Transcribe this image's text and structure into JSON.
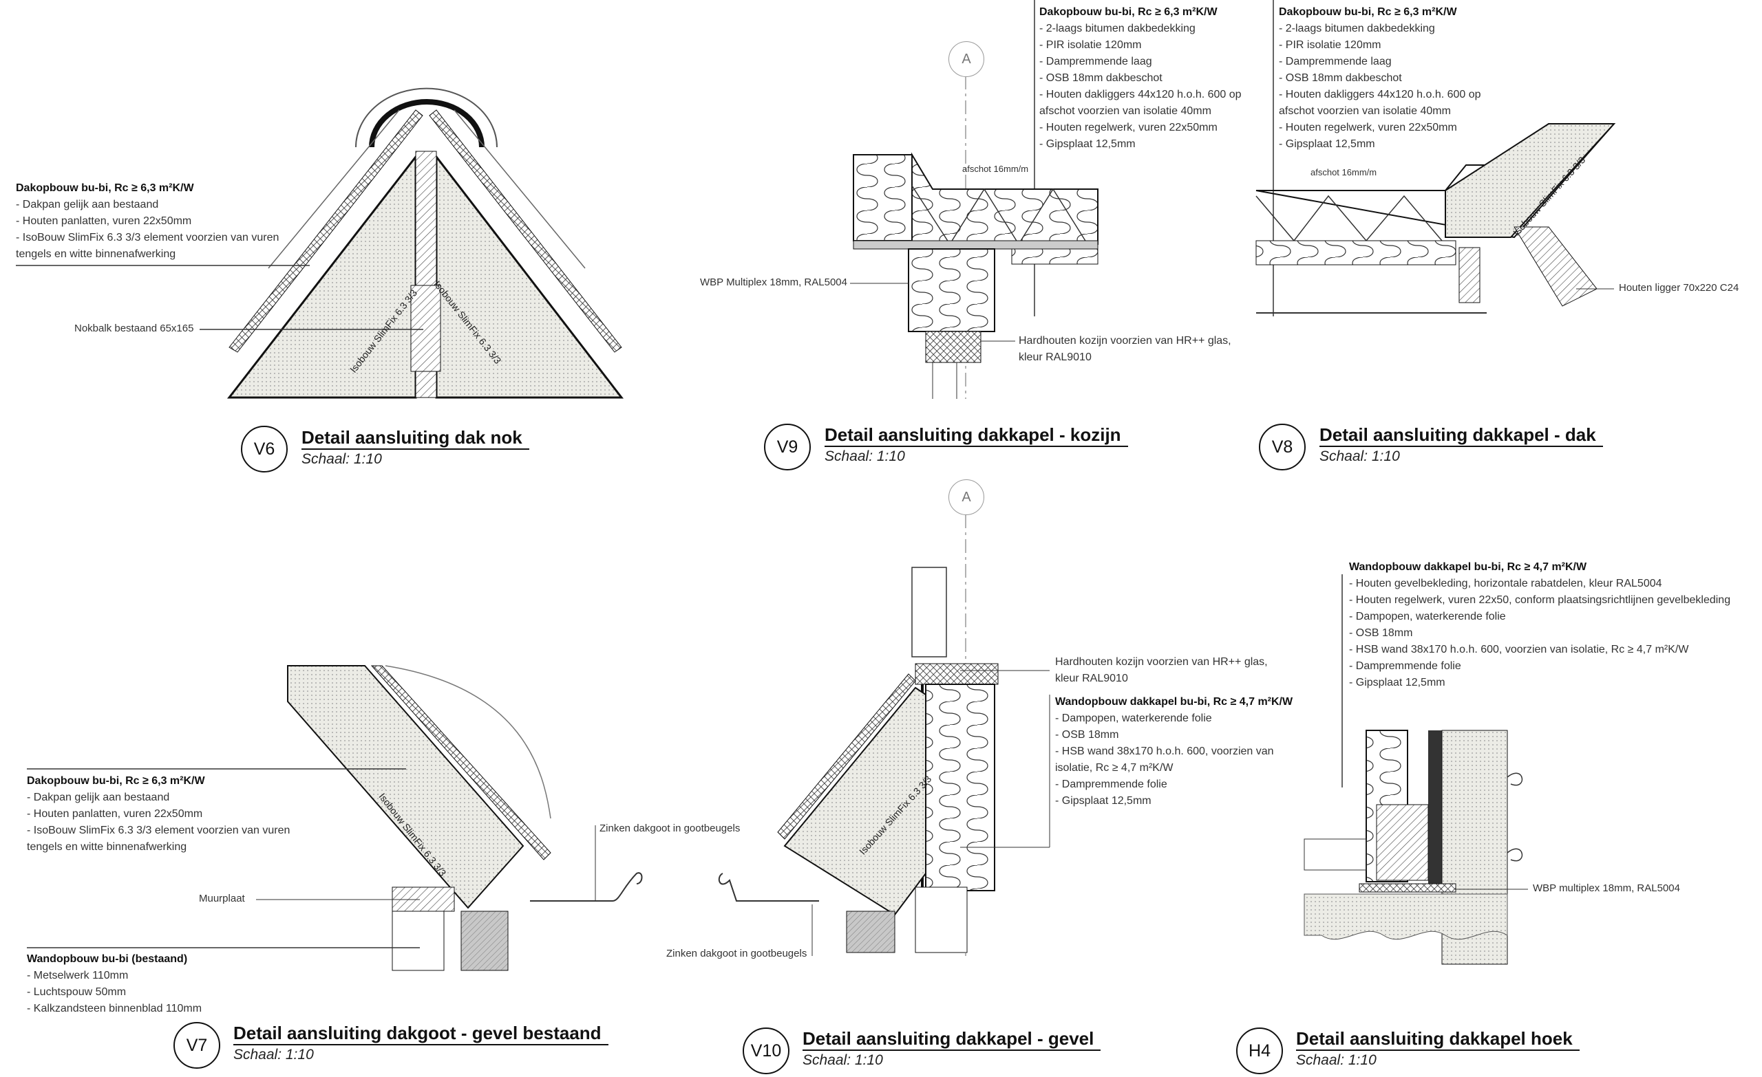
{
  "details": {
    "v6": {
      "tag": "V6",
      "title": "Detail aansluiting dak nok",
      "scale": "Schaal: 1:10",
      "spec_heading": "Dakopbouw bu-bi, Rc ≥ 6,3 m²K/W",
      "spec_lines": [
        "- Dakpan gelijk aan bestaand",
        "- Houten panlatten, vuren 22x50mm",
        "- IsoBouw SlimFix 6.3 3/3 element voorzien van vuren",
        "tengels en witte binnenafwerking"
      ],
      "label_nokbalk": "Nokbalk bestaand 65x165",
      "panel_label_left": "Isobouw SlimFix 6.3 3/3",
      "panel_label_right": "Isobouw SlimFix 6.3 3/3"
    },
    "v9": {
      "tag": "V9",
      "title": "Detail aansluiting dakkapel - kozijn",
      "scale": "Schaal: 1:10",
      "section_marker": "A",
      "spec_heading": "Dakopbouw bu-bi, Rc ≥ 6,3 m²K/W",
      "spec_lines": [
        "- 2-laags bitumen dakbedekking",
        "- PIR isolatie 120mm",
        "- Dampremmende laag",
        "- OSB 18mm dakbeschot",
        "- Houten dakliggers 44x120 h.o.h. 600 op",
        "afschot voorzien van isolatie 40mm",
        "- Houten regelwerk, vuren 22x50mm",
        "- Gipsplaat 12,5mm"
      ],
      "label_slope": "afschot 16mm/m",
      "label_multiplex": "WBP Multiplex 18mm, RAL5004",
      "label_kozijn": [
        "Hardhouten kozijn voorzien van HR++ glas,",
        "kleur RAL9010"
      ]
    },
    "v8": {
      "tag": "V8",
      "title": "Detail aansluiting dakkapel - dak",
      "scale": "Schaal: 1:10",
      "spec_heading": "Dakopbouw bu-bi, Rc ≥ 6,3 m²K/W",
      "spec_lines": [
        "- 2-laags bitumen dakbedekking",
        "- PIR isolatie 120mm",
        "- Dampremmende laag",
        "- OSB 18mm dakbeschot",
        "- Houten dakliggers 44x120 h.o.h. 600 op",
        "afschot voorzien van isolatie 40mm",
        "- Houten regelwerk, vuren 22x50mm",
        "- Gipsplaat 12,5mm"
      ],
      "label_slope": "afschot 16mm/m",
      "label_ligger": "Houten ligger 70x220 C24",
      "panel_label": "Isobouw SlimFix 6.3 3/3"
    },
    "v7": {
      "tag": "V7",
      "title": "Detail aansluiting dakgoot - gevel bestaand",
      "scale": "Schaal: 1:10",
      "spec_heading": "Dakopbouw bu-bi, Rc ≥ 6,3 m²K/W",
      "spec_lines": [
        "- Dakpan gelijk aan bestaand",
        "- Houten panlatten, vuren 22x50mm",
        "- IsoBouw SlimFix 6.3 3/3 element voorzien van vuren",
        "tengels en witte binnenafwerking"
      ],
      "label_muurplaat": "Muurplaat",
      "label_gutter": "Zinken dakgoot in gootbeugels",
      "wall_heading": "Wandopbouw bu-bi (bestaand)",
      "wall_lines": [
        "- Metselwerk 110mm",
        "- Luchtspouw 50mm",
        "- Kalkzandsteen binnenblad 110mm"
      ],
      "panel_label": "Isobouw SlimFix 6.3 3/3"
    },
    "v10": {
      "tag": "V10",
      "title": "Detail aansluiting dakkapel - gevel",
      "scale": "Schaal: 1:10",
      "section_marker": "A",
      "label_kozijn": [
        "Hardhouten kozijn voorzien van HR++ glas,",
        "kleur RAL9010"
      ],
      "spec_heading": "Wandopbouw dakkapel bu-bi, Rc ≥ 4,7 m²K/W",
      "spec_lines": [
        "- Dampopen, waterkerende folie",
        "- OSB 18mm",
        "- HSB wand 38x170 h.o.h. 600, voorzien van",
        "isolatie, Rc ≥ 4,7 m²K/W",
        "- Dampremmende folie",
        "- Gipsplaat 12,5mm"
      ],
      "label_gutter": "Zinken dakgoot in gootbeugels",
      "panel_label": "Isobouw SlimFix 6.3 3/3"
    },
    "h4": {
      "tag": "H4",
      "title": "Detail aansluiting dakkapel hoek",
      "scale": "Schaal: 1:10",
      "spec_heading": "Wandopbouw dakkapel bu-bi, Rc ≥ 4,7 m²K/W",
      "spec_lines": [
        "- Houten gevelbekleding, horizontale rabatdelen, kleur RAL5004",
        "- Houten regelwerk, vuren 22x50, conform plaatsingsrichtlijnen gevelbekleding",
        "- Dampopen, waterkerende folie",
        "- OSB 18mm",
        "- HSB wand 38x170 h.o.h. 600, voorzien van isolatie, Rc ≥ 4,7 m²K/W",
        "- Dampremmende folie",
        "- Gipsplaat 12,5mm"
      ],
      "label_multiplex": "WBP multiplex 18mm, RAL5004"
    }
  },
  "colors": {
    "line": "#111111",
    "insulation_fill": "#e6e6e0",
    "timber_fill": "#bbbbbb",
    "guide": "#999999"
  }
}
